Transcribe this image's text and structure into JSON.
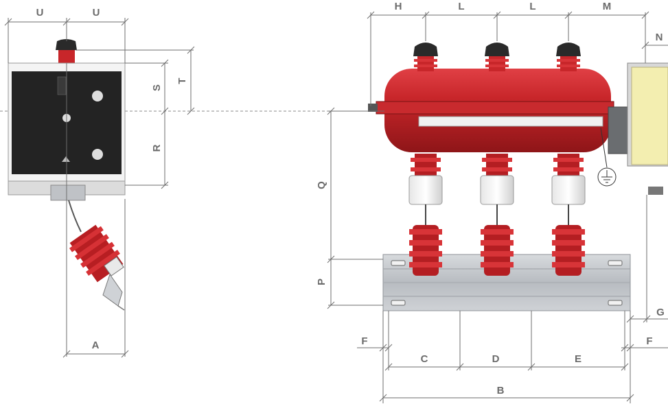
{
  "labels": {
    "u_left": "U",
    "u_right": "U",
    "t": "T",
    "s": "S",
    "r": "R",
    "a": "A",
    "h": "H",
    "l_first": "L",
    "l_second": "L",
    "m": "M",
    "n": "N",
    "q": "Q",
    "p": "P",
    "g": "G",
    "f_left": "F",
    "f_right": "F",
    "c": "C",
    "d": "D",
    "e": "E",
    "b": "B"
  },
  "colors": {
    "body_red": "#c8262a",
    "dark_panel": "#232323",
    "galvanized": "#c9ccd0",
    "dimension_line": "#6e6e6e",
    "label_text": "#6b6b6b",
    "yellow_box": "#f3eeb0"
  },
  "icons": {
    "ground": "ground-symbol-icon"
  }
}
